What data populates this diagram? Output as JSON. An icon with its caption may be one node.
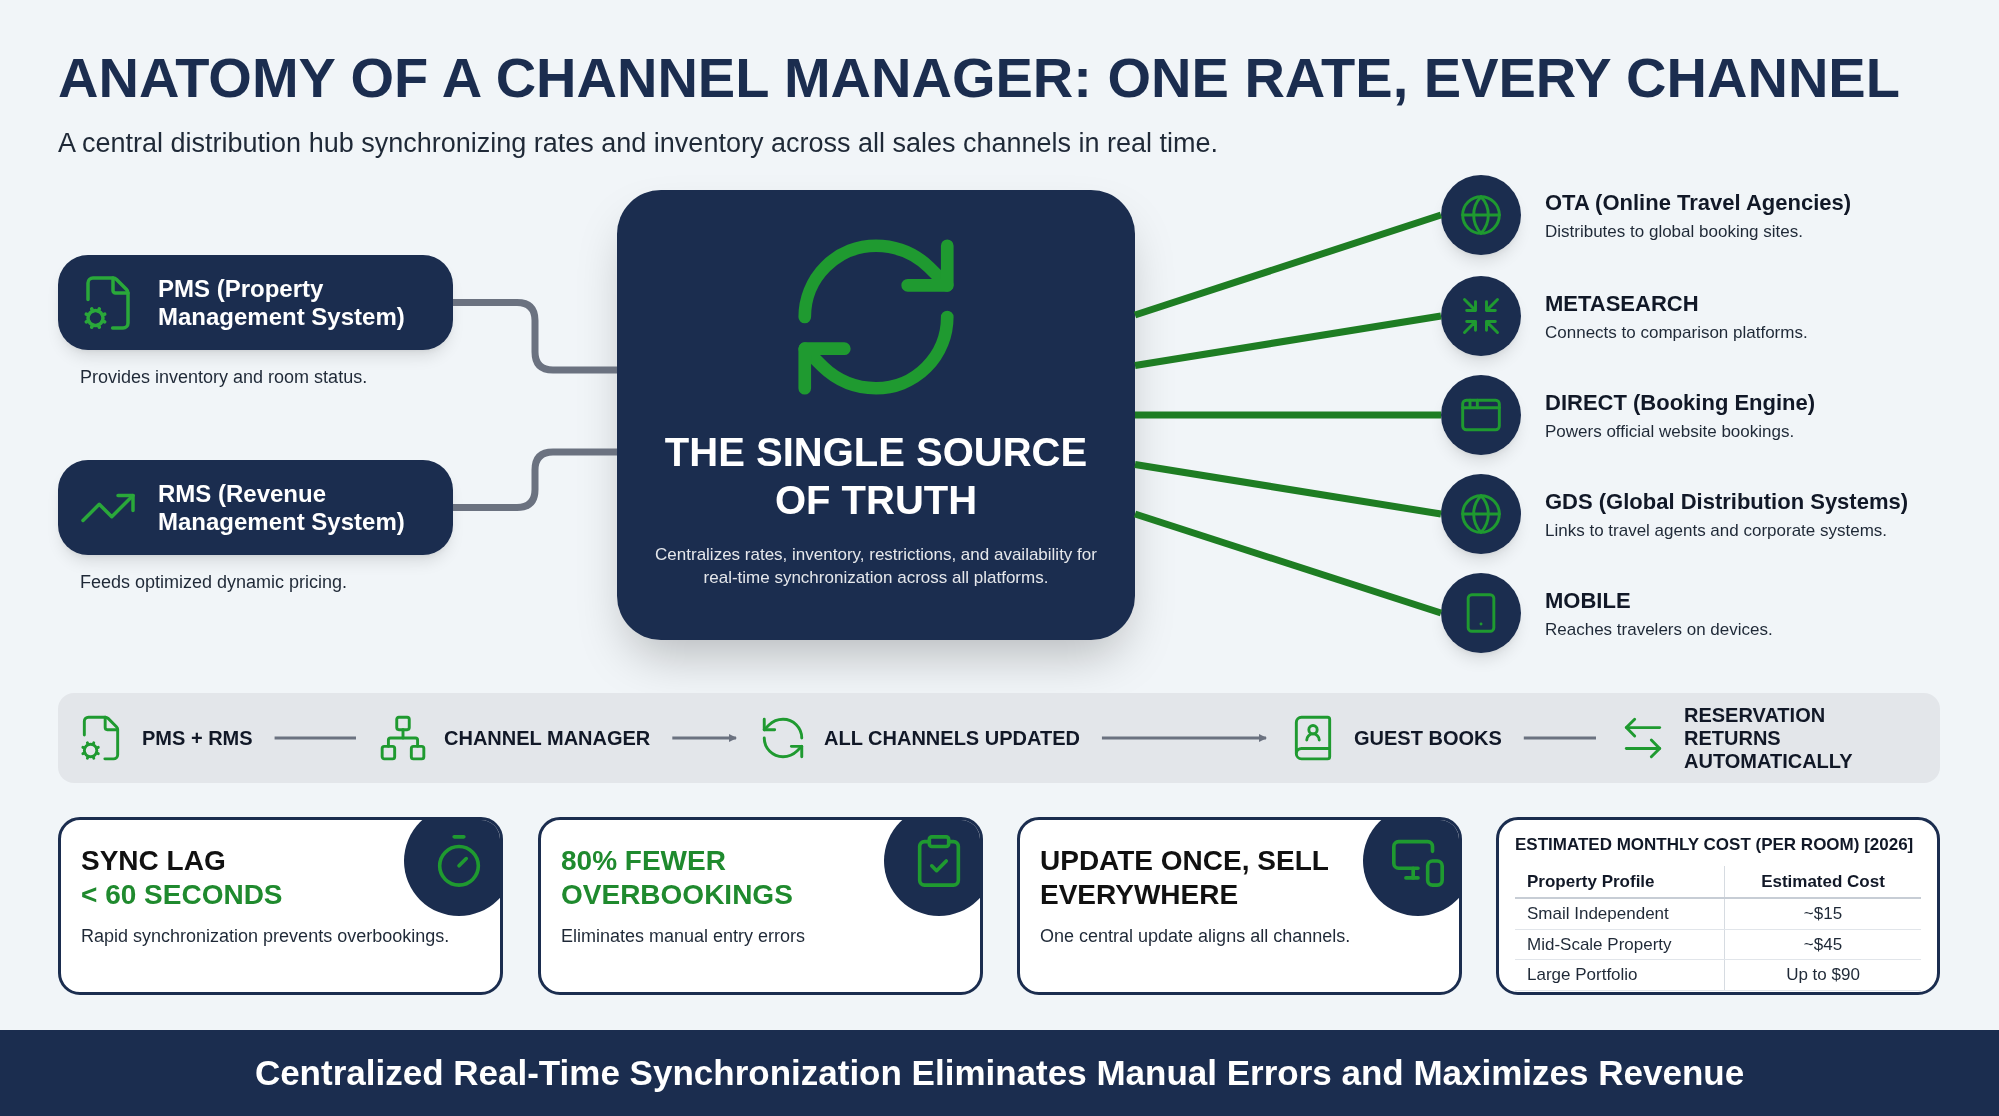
{
  "diagram": {
    "title": "ANATOMY OF A CHANNEL MANAGER: ONE RATE, EVERY CHANNEL",
    "nodes": [
      {
        "text": [
          "PMS (Property Management System)"
        ],
        "beside": [
          "Provides inventory and room status."
        ]
      },
      {
        "text": [
          "RMS (Revenue Management System)"
        ],
        "beside": [
          "Feeds optimized dynamic pricing."
        ]
      },
      {
        "text": [
          "THE SINGLE SOURCE OF TRUTH",
          "Centralizes rates, inventory, restrictions, and availability for real-time synchronization across all platforms."
        ]
      },
      {
        "text": [
          "OTA (Online Travel Agencies)",
          "Distributes to global booking sites."
        ]
      },
      {
        "text": [
          "METASEARCH",
          "Connects to comparison platforms."
        ]
      },
      {
        "text": [
          "DIRECT (Booking Engine)",
          "Powers official website bookings."
        ]
      },
      {
        "text": [
          "GDS (Global Distribution Systems)",
          "Links to travel agents and corporate systems."
        ]
      },
      {
        "text": [
          "MOBILE",
          "Reaches travelers on devices."
        ]
      },
      {
        "text": [],
        "shape": "box"
      },
      {
        "text": [
          "PMS + RMS"
        ],
        "in": 8
      },
      {
        "text": [
          "CHANNEL MANAGER"
        ],
        "in": 8
      },
      {
        "text": [
          "ALL CHANNELS UPDATED"
        ],
        "in": 8
      },
      {
        "text": [
          "GUEST BOOKS"
        ],
        "in": 8
      },
      {
        "text": [
          "RESERVATION RETURNS AUTOMATICALLY"
        ],
        "in": 8
      },
      {
        "text": [
          "SYNC LAG",
          "< 60 SECONDS",
          "Rapid synchronization prevents overbookings."
        ]
      },
      {
        "text": [
          "80% FEWER OVERBOOKINGS",
          "Eliminates manual entry errors"
        ]
      },
      {
        "text": [
          "UPDATE ONCE, SELL EVERYWHERE",
          "One central update aligns all channels."
        ]
      },
      {
        "text": [
          "ESTIMATED MONTHLY COST (PER ROOM) [2026]"
        ]
      },
      {
        "text": [
          "Centralized Real-Time Synchronization Eliminates Manual Errors and Maximizes Revenue"
        ]
      }
    ],
    "edges": [
      {
        "from": 0,
        "to": 2,
        "arrow": "none"
      },
      {
        "from": 1,
        "to": 2,
        "arrow": "none"
      },
      {
        "from": 2,
        "to": 3,
        "arrow": "none",
        "color": "#1e7d23"
      },
      {
        "from": 2,
        "to": 4,
        "arrow": "none",
        "color": "#1e7d23"
      },
      {
        "from": 2,
        "to": 5,
        "arrow": "none",
        "color": "#1e7d23"
      },
      {
        "from": 2,
        "to": 6,
        "arrow": "none",
        "color": "#1e7d23"
      },
      {
        "from": 2,
        "to": 7,
        "arrow": "none",
        "color": "#1e7d23"
      },
      {
        "from": 9,
        "to": 10,
        "arrow": "none"
      },
      {
        "from": 10,
        "to": 11,
        "arrow": "to"
      },
      {
        "from": 11,
        "to": 12,
        "arrow": "to"
      },
      {
        "from": 12,
        "to": 13,
        "arrow": "none"
      }
    ],
    "labels": [
      "A central distribution hub synchronizing rates and inventory across all sales channels in real time.",
      "Property Profile",
      "Estimated Cost",
      "Smail Independent",
      "~$15",
      "Mid-Scale Property",
      "~$45",
      "Large Portfolio",
      "Up to $90"
    ]
  }
}
